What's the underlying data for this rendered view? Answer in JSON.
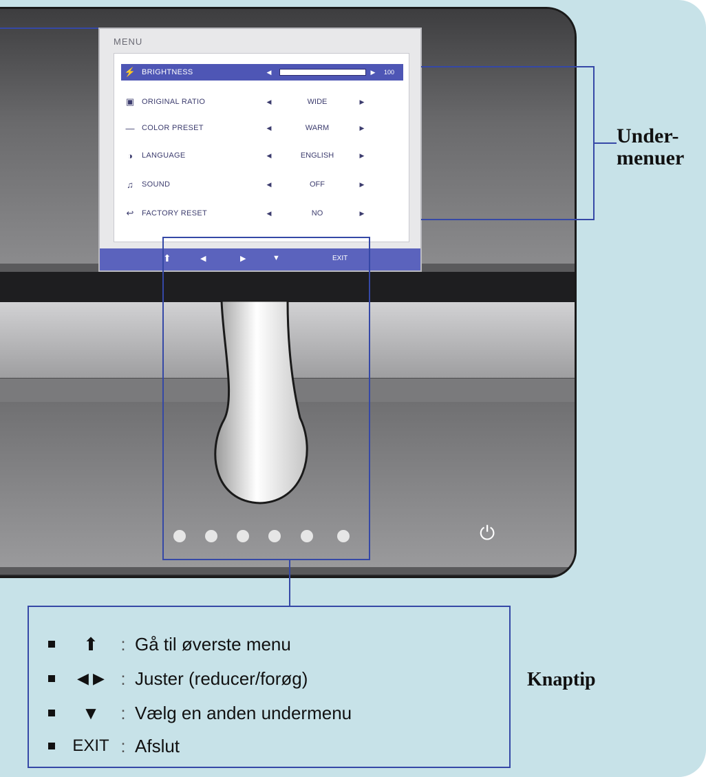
{
  "menu": {
    "title": "MENU",
    "rows": [
      {
        "icon": "⚡",
        "label": "BRIGHTNESS",
        "left_arrow": "◀",
        "value": "100",
        "right_arrow": "▶",
        "level": 100
      },
      {
        "icon": "▣",
        "label": "ORIGINAL RATIO",
        "left_arrow": "◀",
        "value": "WIDE",
        "right_arrow": "▶"
      },
      {
        "icon": "—",
        "label": "COLOR PRESET",
        "left_arrow": "◀",
        "value": "WARM",
        "right_arrow": "▶"
      },
      {
        "icon": "◑",
        "label": "LANGUAGE",
        "left_arrow": "◀",
        "value": "ENGLISH",
        "right_arrow": "▶"
      },
      {
        "icon": "♫",
        "label": "SOUND",
        "left_arrow": "◀",
        "value": "OFF",
        "right_arrow": "▶"
      },
      {
        "icon": "↩",
        "label": "FACTORY RESET",
        "left_arrow": "◀",
        "value": "NO",
        "right_arrow": "▶"
      }
    ]
  },
  "screen_bar": {
    "up_symbol": "⬆",
    "left_symbol": "◀",
    "right_symbol": "▶",
    "down_symbol": "▼",
    "exit_label": "EXIT"
  },
  "power_symbol": "⏻",
  "labels": {
    "submenus_line1": "Under-",
    "submenus_line2": "menuer",
    "tips_title": "Knaptip"
  },
  "tips": [
    {
      "symbol": "⬆",
      "colon": ":",
      "text": "Gå til øverste menu"
    },
    {
      "symbol": "◀ ▶",
      "colon": ":",
      "text": "Juster (reducer/forøg)"
    },
    {
      "symbol": "▼",
      "colon": ":",
      "text": "Vælg en anden undermenu"
    },
    {
      "symbol": "EXIT",
      "colon": ":",
      "text": "Afslut"
    }
  ],
  "colors": {
    "accent": "#4e56b5",
    "callout": "#3548a6",
    "background": "#c7e2e8"
  }
}
